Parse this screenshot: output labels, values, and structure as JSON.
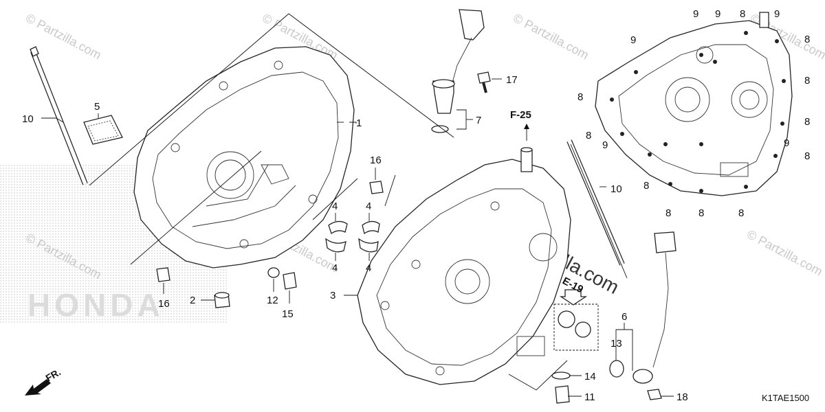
{
  "watermark": "© Partzilla.com",
  "site_watermark": "partzilla.com",
  "brand_watermark": "HONDA",
  "diagram_code": "K1TAE1500",
  "front_label": "FR.",
  "refs": {
    "f25": "F-25",
    "e19": "E-19"
  },
  "callouts": {
    "c1": "1",
    "c2": "2",
    "c3": "3",
    "c4a": "4",
    "c4b": "4",
    "c4c": "4",
    "c4d": "4",
    "c5": "5",
    "c6": "6",
    "c7": "7",
    "c8a": "8",
    "c8b": "8",
    "c8c": "8",
    "c8d": "8",
    "c8e": "8",
    "c8f": "8",
    "c8g": "8",
    "c8h": "8",
    "c8i": "8",
    "c8j": "8",
    "c8k": "8",
    "c9a": "9",
    "c9b": "9",
    "c9c": "9",
    "c9d": "9",
    "c9e": "9",
    "c9f": "9",
    "c10a": "10",
    "c10b": "10",
    "c11": "11",
    "c12": "12",
    "c13": "13",
    "c14": "14",
    "c15": "15",
    "c16a": "16",
    "c16b": "16",
    "c17": "17",
    "c18": "18"
  },
  "colors": {
    "line": "#222222",
    "watermark": "#c9c9c9",
    "stipple": "#bdbdbd"
  }
}
